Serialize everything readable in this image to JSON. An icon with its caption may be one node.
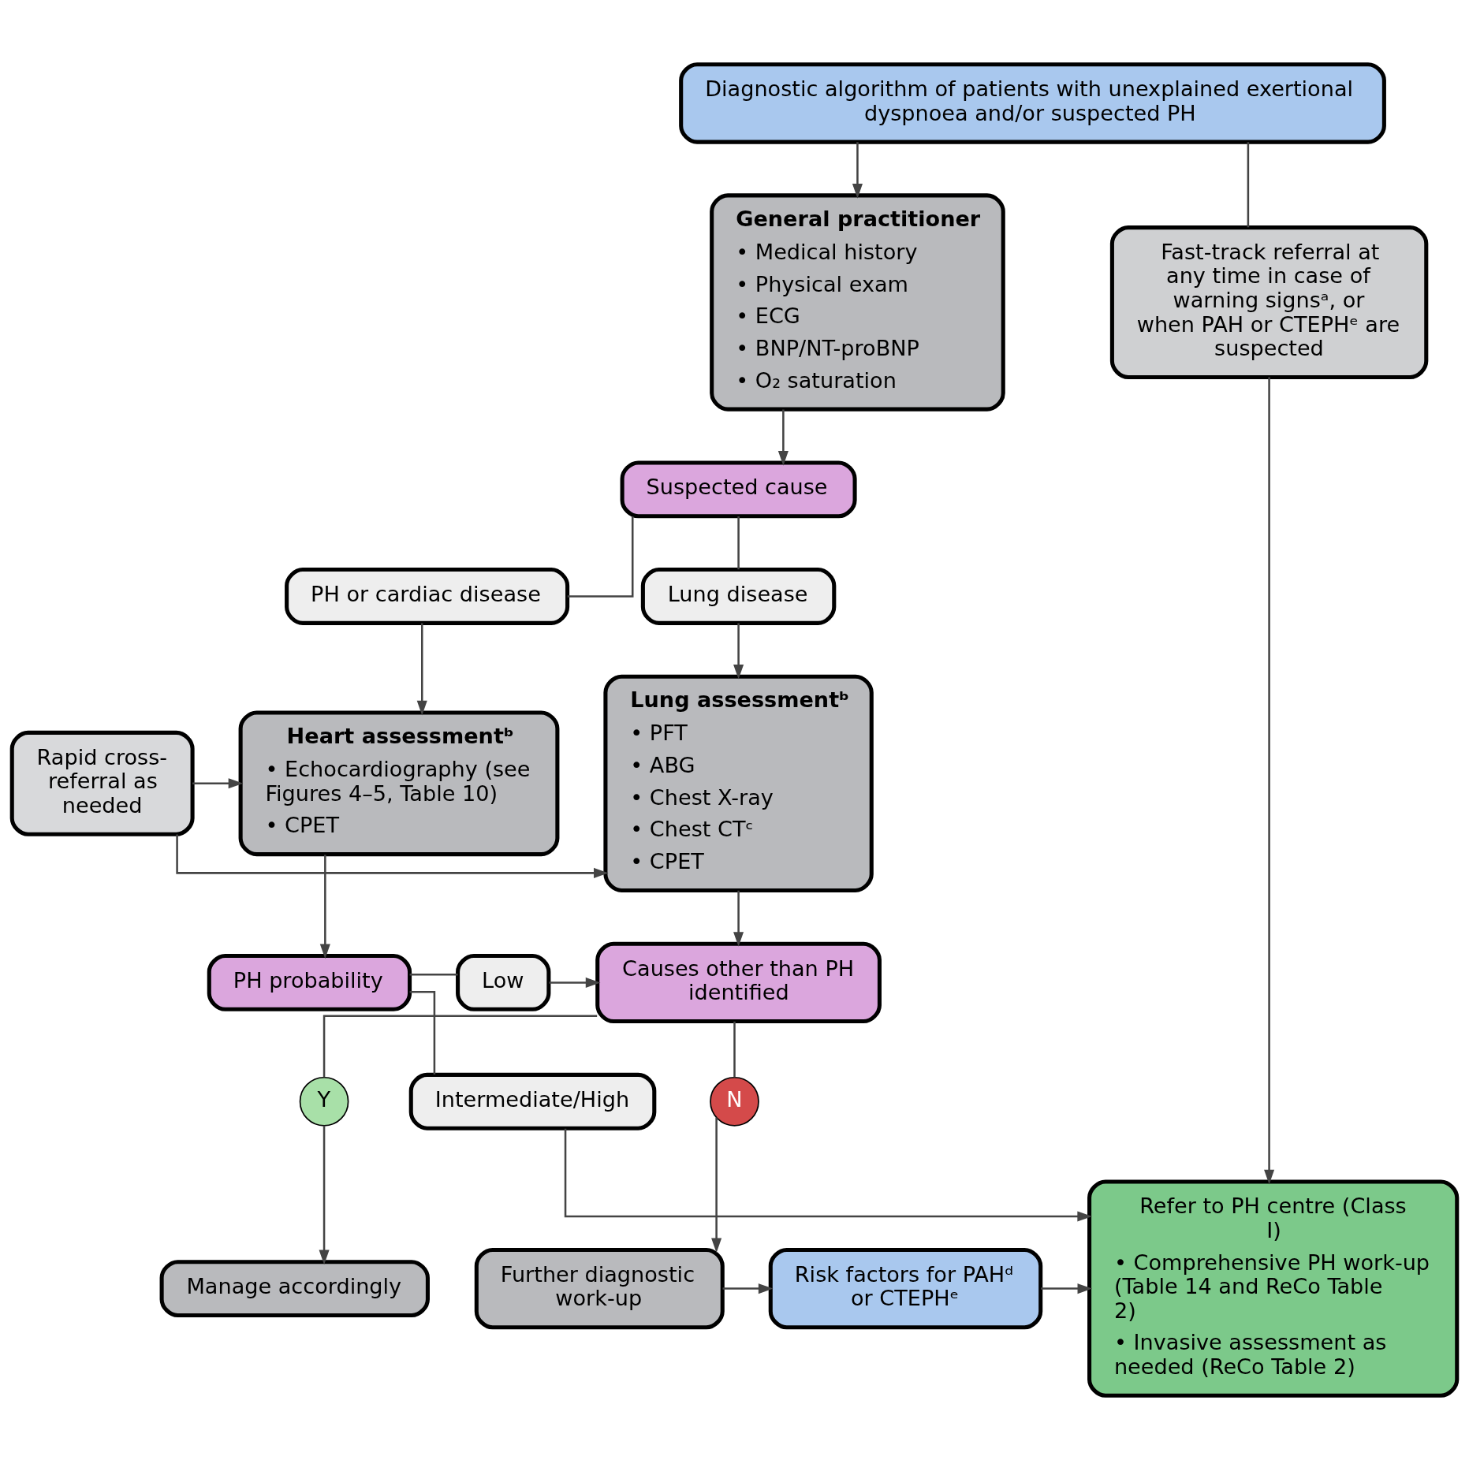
{
  "diagram": {
    "nodes": [
      {
        "text": [
          "Diagnostic algorithm of patients with unexplained exertional dyspnoea and/or suspected PH"
        ]
      },
      {
        "text": [
          "General practitioner",
          "• Medical history",
          "• Physical exam",
          "• ECG",
          "• BNP/NT-proBNP",
          "• O₂ saturation"
        ]
      },
      {
        "text": [
          "Fast-track referral at any time in case of warning signsᵃ, or when PAH or CTEPHᵉ are suspected"
        ]
      },
      {
        "text": [
          "Suspected cause"
        ]
      },
      {
        "text": [
          "Lung disease"
        ]
      },
      {
        "text": [
          "PH or cardiac disease"
        ]
      },
      {
        "text": [
          "Lung assessmentᵇ",
          "• PFT",
          "• ABG",
          "• Chest X-ray",
          "• Chest CTᶜ",
          "• CPET"
        ]
      },
      {
        "text": [
          "Rapid cross-referral as needed"
        ]
      },
      {
        "text": [
          "Heart assessmentᵇ",
          "• Echocardiography (see Figures 4–5, Table 10)",
          "• CPET"
        ]
      },
      {
        "text": [
          "Causes other than PH identified"
        ]
      },
      {
        "text": [
          "Low"
        ]
      },
      {
        "text": [
          "PH probability"
        ]
      },
      {
        "text": [
          "Intermediate/High"
        ]
      },
      {
        "text": [
          "Y"
        ]
      },
      {
        "text": [
          "N"
        ]
      },
      {
        "text": [
          "Manage accordingly"
        ]
      },
      {
        "text": [
          "Further diagnostic work-up"
        ]
      },
      {
        "text": [
          "Risk factors for PAHᵈ or CTEPHᵉ"
        ]
      },
      {
        "text": [
          "Refer to PH centre (Class I)",
          "• Comprehensive PH work-up (Table 14 and ReCo Table 2)",
          "• Invasive assessment as needed (ReCo Table 2)"
        ]
      }
    ],
    "edges": [
      {
        "from": 0,
        "to": 1,
        "arrow": "to"
      },
      {
        "from": 0,
        "to": 2,
        "arrow": "none"
      },
      {
        "from": 2,
        "to": 18,
        "arrow": "to"
      },
      {
        "from": 1,
        "to": 3,
        "arrow": "to"
      },
      {
        "from": 3,
        "to": 4,
        "arrow": "none"
      },
      {
        "from": 3,
        "to": 5,
        "arrow": "none"
      },
      {
        "from": 4,
        "to": 6,
        "arrow": "to"
      },
      {
        "from": 5,
        "to": 8,
        "arrow": "to"
      },
      {
        "from": 7,
        "to": 6,
        "arrow": "to"
      },
      {
        "from": 7,
        "to": 8,
        "arrow": "to"
      },
      {
        "from": 6,
        "to": 9,
        "arrow": "to"
      },
      {
        "from": 8,
        "to": 11,
        "arrow": "to"
      },
      {
        "from": 11,
        "to": 10,
        "arrow": "none"
      },
      {
        "from": 10,
        "to": 9,
        "arrow": "to"
      },
      {
        "from": 11,
        "to": 12,
        "arrow": "none"
      },
      {
        "from": 12,
        "to": 18,
        "arrow": "to"
      },
      {
        "from": 9,
        "to": 13,
        "arrow": "none"
      },
      {
        "from": 13,
        "to": 15,
        "arrow": "to"
      },
      {
        "from": 9,
        "to": 14,
        "arrow": "none"
      },
      {
        "from": 14,
        "to": 16,
        "arrow": "to"
      },
      {
        "from": 16,
        "to": 17,
        "arrow": "to"
      },
      {
        "from": 17,
        "to": 18,
        "arrow": "to"
      }
    ]
  }
}
